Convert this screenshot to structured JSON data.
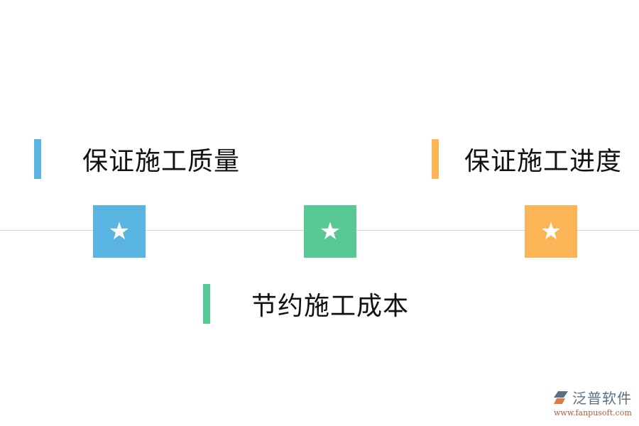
{
  "items": [
    {
      "label": "保证施工质量",
      "color": "#5ab4e1",
      "icon": "star-icon",
      "glyph": "★"
    },
    {
      "label": "节约施工成本",
      "color": "#58c994",
      "icon": "star-icon",
      "glyph": "★"
    },
    {
      "label": "保证施工进度",
      "color": "#fbb556",
      "icon": "star-icon",
      "glyph": "★"
    }
  ],
  "logo": {
    "name": "泛普软件",
    "url": "www.fanpusoft.com"
  }
}
